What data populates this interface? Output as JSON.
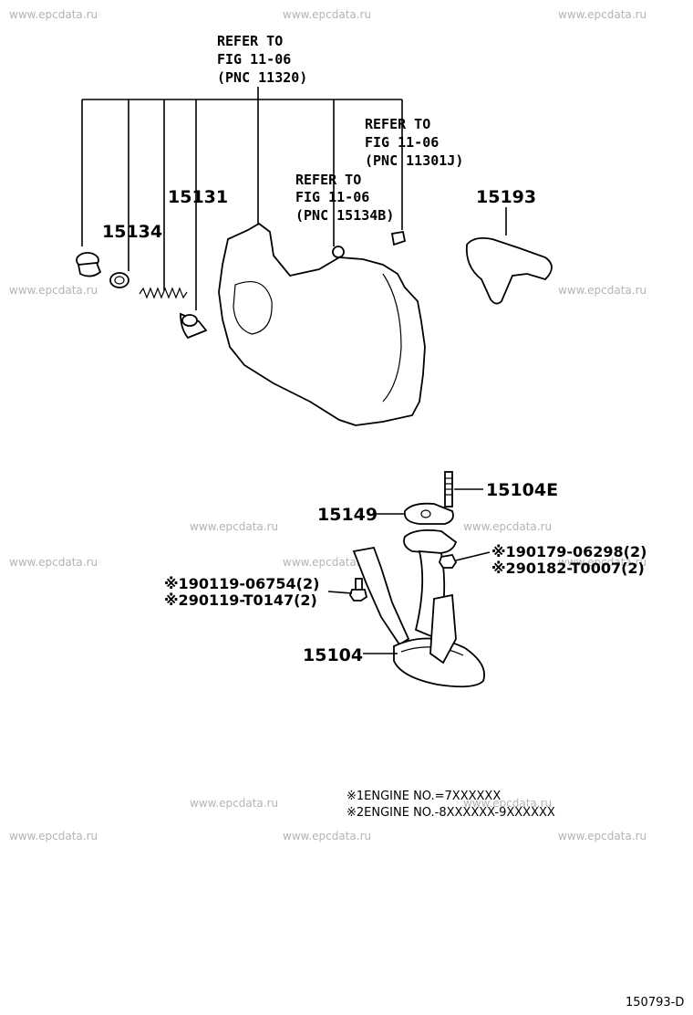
{
  "watermark": "www.epcdata.ru",
  "references": {
    "r1": [
      "REFER TO",
      "FIG 11-06",
      "(PNC 11320)"
    ],
    "r2": [
      "REFER TO",
      "FIG 11-06",
      "(PNC 11301J)"
    ],
    "r3": [
      "REFER TO",
      "FIG 11-06",
      "(PNC 15134B)"
    ]
  },
  "parts": {
    "p15131": "15131",
    "p15134": "15134",
    "p15193": "15193",
    "p15104E": "15104E",
    "p15149": "15149",
    "p15104": "15104",
    "nut_alt1": "※190179-06298(2)",
    "nut_alt2": "※290182-T0007(2)",
    "bolt_alt1": "※190119-06754(2)",
    "bolt_alt2": "※290119-T0147(2)"
  },
  "notes": {
    "n1": "※1ENGINE NO.=7XXXXXX",
    "n2": "※2ENGINE NO.-8XXXXXX-9XXXXXX"
  },
  "figure_code": "150793-D"
}
